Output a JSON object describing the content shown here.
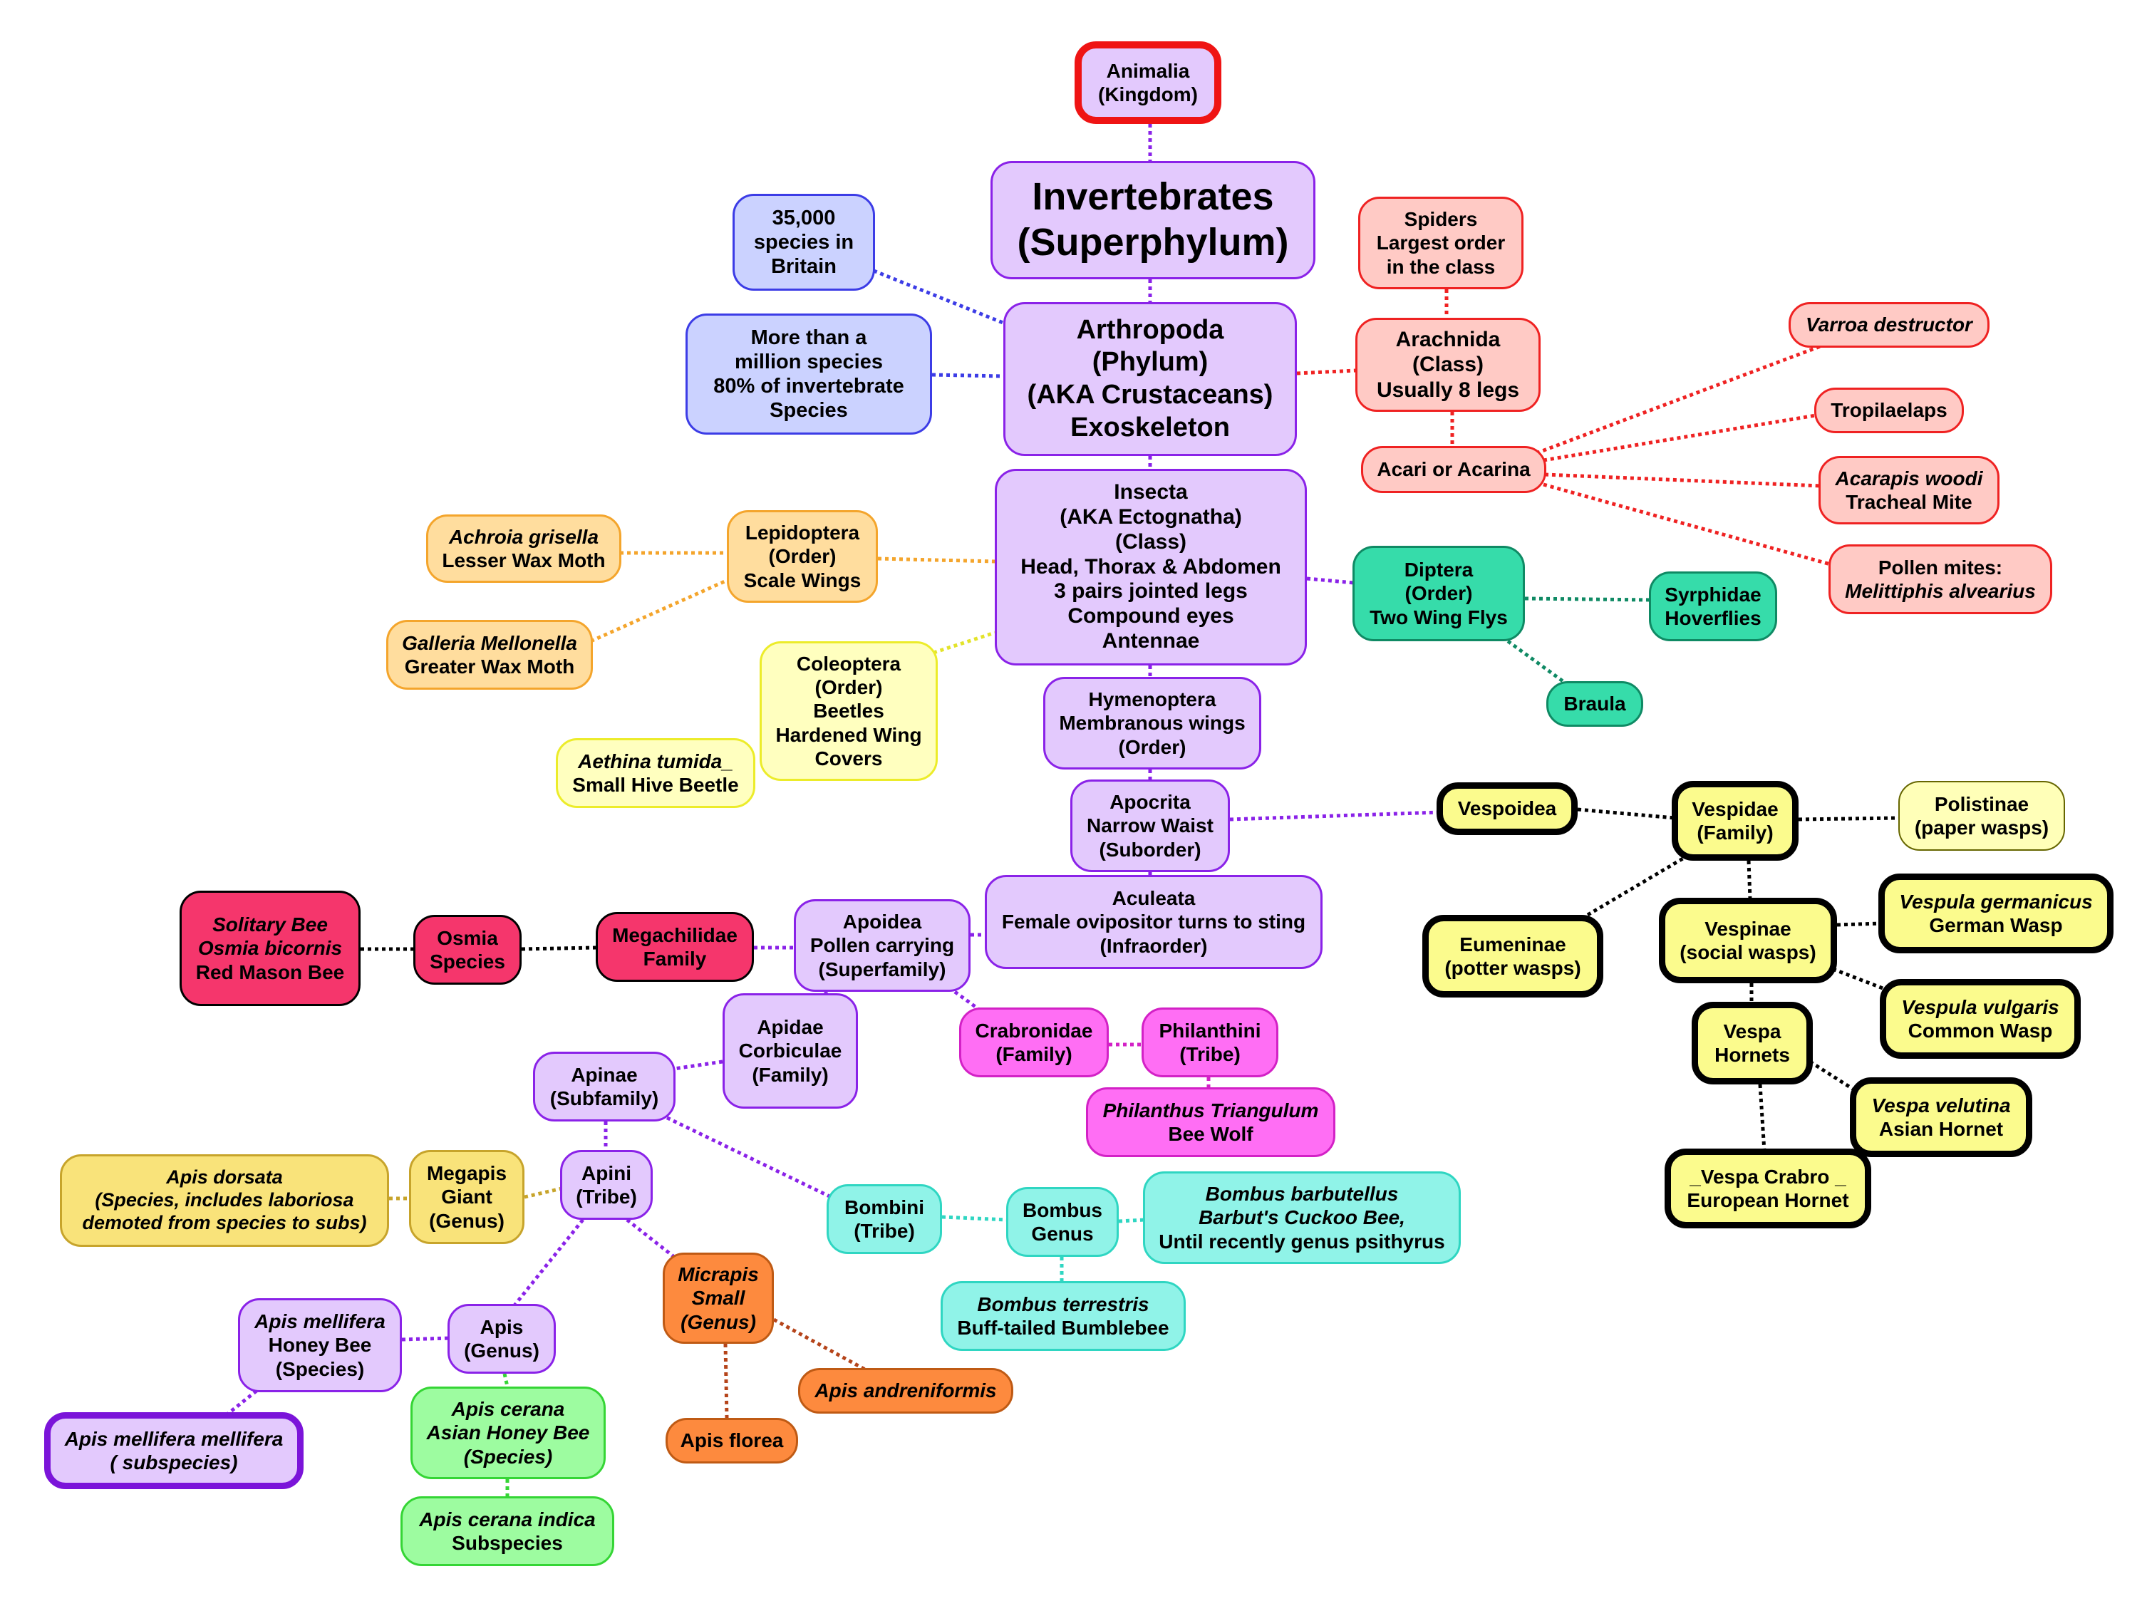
{
  "colors": {
    "purple_link": "#8a22e8",
    "red_link": "#ef2222",
    "blue_link": "#3c3ce6",
    "orange_link": "#f4a52c",
    "yellow_link": "#e3e32a",
    "teal_link": "#0f8a64",
    "black_link": "#000000",
    "magenta_link": "#d321c6",
    "gold_link": "#c7a42b",
    "aqua_link": "#2fd6c2",
    "green_link": "#35d535",
    "orange_dark_link": "#b5441a"
  },
  "nodes": {
    "animalia": [
      "Animalia",
      "(Kingdom)"
    ],
    "invertebrates": [
      "Invertebrates",
      "(Superphylum)"
    ],
    "species_britain": [
      "35,000",
      "species in",
      "Britain"
    ],
    "million_species": [
      "More than a",
      "million species",
      "80% of invertebrate",
      "Species"
    ],
    "arthropoda": [
      "Arthropoda",
      "(Phylum)",
      "(AKA Crustaceans)",
      "Exoskeleton"
    ],
    "spiders": [
      "Spiders",
      "Largest order",
      "in the class"
    ],
    "arachnida": [
      "Arachnida",
      "(Class)",
      "Usually 8 legs"
    ],
    "acari": [
      "Acari or Acarina"
    ],
    "varroa": [
      "Varroa destructor"
    ],
    "tropilaelaps": [
      "Tropilaelaps"
    ],
    "acarapis_1": "Acarapis woodi",
    "acarapis_2": "Tracheal Mite",
    "pollen_mites_1": "Pollen mites:",
    "pollen_mites_2": "Melittiphis alvearius",
    "insecta": [
      "Insecta",
      "(AKA Ectognatha)",
      "(Class)",
      "Head, Thorax & Abdomen",
      "3 pairs jointed legs",
      "Compound eyes",
      "Antennae"
    ],
    "lepidoptera": [
      "Lepidoptera",
      "(Order)",
      "Scale Wings"
    ],
    "achroia_1": "Achroia grisella",
    "achroia_2": "Lesser Wax Moth",
    "galleria_1": "Galleria Mellonella",
    "galleria_2": "Greater Wax Moth",
    "coleoptera": [
      "Coleoptera",
      "(Order)",
      "Beetles",
      "Hardened Wing",
      "Covers"
    ],
    "aethina_1": "Aethina tumida_",
    "aethina_2": "Small Hive Beetle",
    "diptera": [
      "Diptera",
      "(Order)",
      "Two Wing Flys"
    ],
    "syrphidae": [
      "Syrphidae",
      "Hoverflies"
    ],
    "braula": [
      "Braula"
    ],
    "hymenoptera": [
      "Hymenoptera",
      "Membranous wings",
      "(Order)"
    ],
    "apocrita": [
      "Apocrita",
      "Narrow Waist",
      "(Suborder)"
    ],
    "vespoidea": [
      "Vespoidea"
    ],
    "vespidae": [
      "Vespidae",
      "(Family)"
    ],
    "polistinae": [
      "Polistinae",
      "(paper wasps)"
    ],
    "eumeninae": [
      "Eumeninae",
      "(potter wasps)"
    ],
    "vespinae": [
      "Vespinae",
      "(social wasps)"
    ],
    "vespula_germanicus_1": "Vespula germanicus",
    "vespula_germanicus_2": "German Wasp",
    "vespula_vulgaris_1": "Vespula vulgaris",
    "vespula_vulgaris_2": "Common Wasp",
    "vespa": [
      "Vespa",
      "Hornets"
    ],
    "vespa_velutina_1": "Vespa velutina",
    "vespa_velutina_2": "Asian Hornet",
    "vespa_crabro": [
      "_Vespa Crabro _",
      "European Hornet"
    ],
    "aculeata": [
      "Aculeata",
      "Female ovipositor turns to sting",
      "(Infraorder)"
    ],
    "apoidea": [
      "Apoidea",
      "Pollen carrying",
      "(Superfamily)"
    ],
    "megachilidae": [
      "Megachilidae",
      "Family"
    ],
    "osmia": [
      "Osmia",
      "Species"
    ],
    "solitary_bee": [
      "Solitary Bee",
      "Osmia bicornis"
    ],
    "solitary_bee_3": "Red Mason Bee",
    "apidae": [
      "Apidae",
      "Corbiculae",
      "(Family)"
    ],
    "crabronidae": [
      "Crabronidae",
      "(Family)"
    ],
    "philanthini": [
      "Philanthini",
      "(Tribe)"
    ],
    "philanthus_1": "Philanthus Triangulum",
    "philanthus_2": "Bee Wolf",
    "apinae": [
      "Apinae",
      "(Subfamily)"
    ],
    "apini": [
      "Apini",
      "(Tribe)"
    ],
    "megapis": [
      "Megapis",
      "Giant",
      "(Genus)"
    ],
    "apis_dorsata": [
      "Apis dorsata",
      "(Species, includes laboriosa",
      "demoted from species to subs)"
    ],
    "bombini": [
      "Bombini",
      "(Tribe)"
    ],
    "bombus": [
      "Bombus",
      "Genus"
    ],
    "bombus_barbutellus": [
      "Bombus barbutellus",
      "Barbut's Cuckoo Bee,"
    ],
    "bombus_barbutellus_3": "Until recently genus psithyrus",
    "bombus_terrestris_1": "Bombus terrestris",
    "bombus_terrestris_2": "Buff-tailed Bumblebee",
    "micrapis": [
      "Micrapis",
      "Small",
      "(Genus)"
    ],
    "apis_andreniformis": [
      "Apis andreniformis"
    ],
    "apis_florea": [
      "Apis florea"
    ],
    "apis_genus": [
      "Apis",
      "(Genus)"
    ],
    "apis_mellifera_1": "Apis mellifera",
    "apis_mellifera_2": "Honey Bee",
    "apis_mellifera_3": "(Species)",
    "apis_mellifera_mellifera": [
      "Apis mellifera mellifera",
      "( subspecies)"
    ],
    "apis_cerana": [
      "Apis cerana",
      "Asian Honey Bee",
      "(Species)"
    ],
    "apis_cerana_indica_1": "Apis cerana indica",
    "apis_cerana_indica_2": "Subspecies"
  }
}
